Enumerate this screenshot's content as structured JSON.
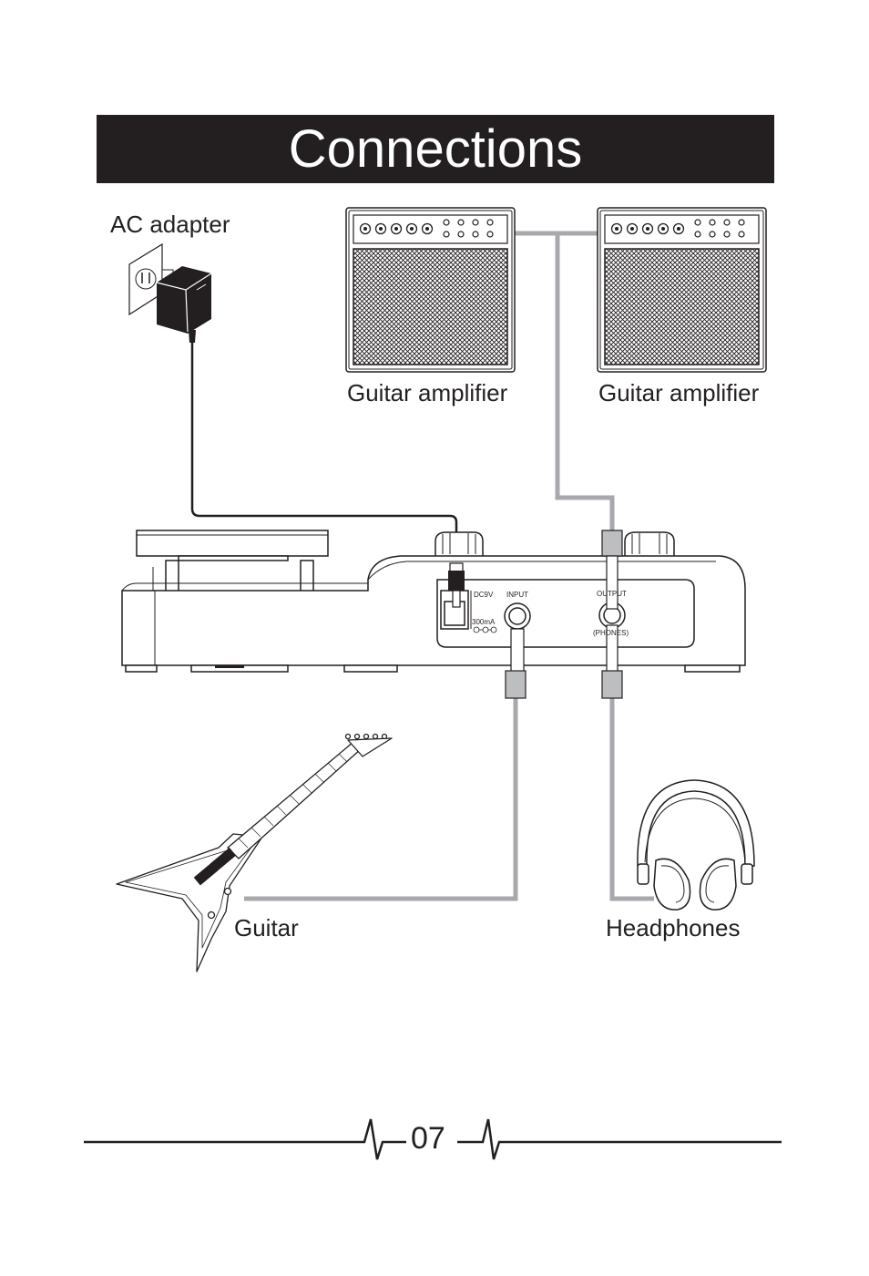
{
  "page": {
    "title": "Connections",
    "page_number": "07"
  },
  "labels": {
    "ac_adapter": "AC adapter",
    "amp_left": "Guitar amplifier",
    "amp_right": "Guitar amplifier",
    "guitar": "Guitar",
    "headphones": "Headphones"
  },
  "panel": {
    "dc_label": "DC9V",
    "current_label": "300mA",
    "input_label": "INPUT",
    "output_label": "OUTPUT",
    "phones_label": "(PHONES)"
  },
  "colors": {
    "ink": "#231f20",
    "cable": "#a7a9ac",
    "plug": "#bcbec0"
  },
  "icons": {
    "adapter": "power-adapter-icon",
    "amplifier": "amplifier-icon",
    "guitar": "electric-guitar-icon",
    "headphones": "headphones-icon",
    "pedal": "effects-pedal-icon"
  }
}
